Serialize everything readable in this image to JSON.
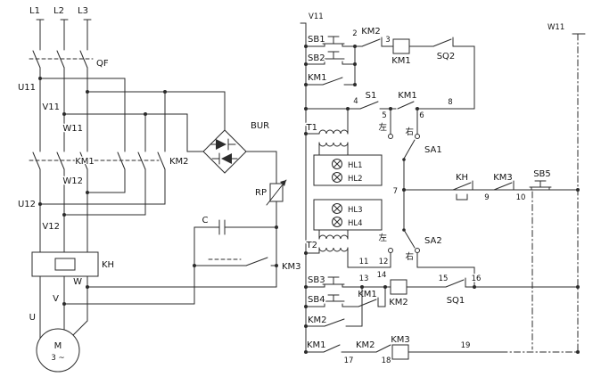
{
  "main_circuit": {
    "phase_l1": "L1",
    "phase_l2": "L2",
    "phase_l3": "L3",
    "breaker_qf": "QF",
    "wire_u11": "U11",
    "wire_v11": "V11",
    "wire_w11": "W11",
    "contactor_km1": "KM1",
    "contactor_km2": "KM2",
    "wire_w12": "W12",
    "wire_u12": "U12",
    "wire_v12": "V12",
    "thermal_relay_kh": "KH",
    "wire_w": "W",
    "wire_v": "V",
    "wire_u": "U",
    "motor_letter": "M",
    "motor_phase": "3 ~",
    "rectifier_bur": "BUR",
    "potentiometer_rp": "RP",
    "capacitor_c": "C",
    "contactor_km3": "KM3"
  },
  "control_circuit": {
    "rail_left_v11": "V11",
    "rail_right_w11": "W11",
    "button_sb1": "SB1",
    "button_sb2": "SB2",
    "button_sb3": "SB3",
    "button_sb4": "SB4",
    "button_sb5": "SB5",
    "contact_km2_top": "KM2",
    "coil_km1": "KM1",
    "limit_switch_sq2": "SQ2",
    "contact_km1_seal": "KM1",
    "switch_s1": "S1",
    "contact_km1_mid": "KM1",
    "selector_sa1": "SA1",
    "sa1_left": "左",
    "sa1_right": "右",
    "transformer_t1": "T1",
    "lamp_hl1": "HL1",
    "lamp_hl2": "HL2",
    "contact_kh": "KH",
    "contact_km3": "KM3",
    "lamp_hl3": "HL3",
    "lamp_hl4": "HL4",
    "transformer_t2": "T2",
    "selector_sa2": "SA2",
    "sa2_left": "左",
    "sa2_right": "右",
    "coil_km2": "KM2",
    "limit_switch_sq1": "SQ1",
    "contact_km1_interlock": "KM1",
    "contact_km2_seal": "KM2",
    "contact_km1_bottom": "KM1",
    "contact_km2_bottom": "KM2",
    "coil_km3": "KM3",
    "nodes": {
      "n2": "2",
      "n3": "3",
      "n4": "4",
      "n5": "5",
      "n6": "6",
      "n7": "7",
      "n8": "8",
      "n9": "9",
      "n10": "10",
      "n11": "11",
      "n12": "12",
      "n13": "13",
      "n14": "14",
      "n15": "15",
      "n16": "16",
      "n17": "17",
      "n18": "18",
      "n19": "19"
    }
  }
}
